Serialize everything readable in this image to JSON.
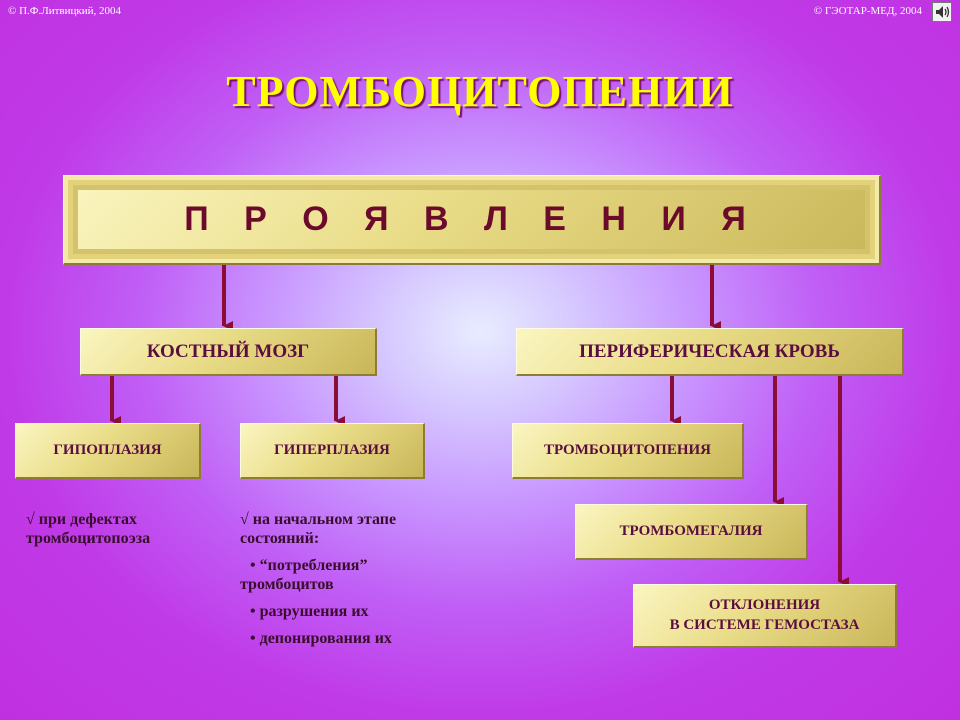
{
  "copyright_left": "© П.Ф.Литвицкий, 2004",
  "copyright_right": "© ГЭОТАР-МЕД, 2004",
  "title": "ТРОМБОЦИТОПЕНИИ",
  "main_box": "П Р О Я В Л Е Н И Я",
  "bone_marrow": {
    "label": "КОСТНЫЙ МОЗГ",
    "children": [
      "ГИПОПЛАЗИЯ",
      "ГИПЕРПЛАЗИЯ"
    ]
  },
  "peripheral_blood": {
    "label": "ПЕРИФЕРИЧЕСКАЯ КРОВЬ",
    "children": [
      "ТРОМБОЦИТОПЕНИЯ",
      "ТРОМБОМЕГАЛИЯ",
      "ОТКЛОНЕНИЯ",
      "В СИСТЕМЕ ГЕМОСТАЗА"
    ]
  },
  "notes": {
    "hypoplasia": [
      "√ при дефектах",
      "тромбоцитопоэза"
    ],
    "hyperplasia": {
      "intro": [
        "√ на начальном этапе",
        "состояний:"
      ],
      "bullets": [
        [
          "• “потребления”",
          "тромбоцитов"
        ],
        [
          "• разрушения их"
        ],
        [
          "• депонирования их"
        ]
      ]
    }
  },
  "colors": {
    "arrow": "#8b0c34",
    "title": "#ffff00",
    "box_text": "#5a0d3e"
  }
}
